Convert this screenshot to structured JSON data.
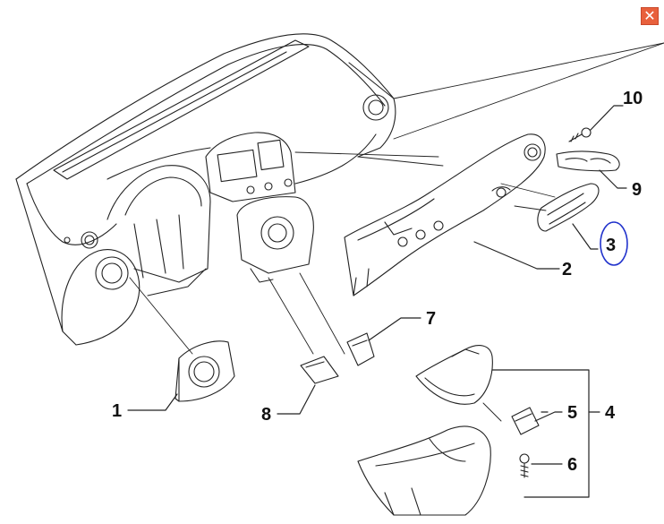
{
  "diagram": {
    "parts": [
      {
        "id": "1",
        "label": "1"
      },
      {
        "id": "2",
        "label": "2"
      },
      {
        "id": "3",
        "label": "3"
      },
      {
        "id": "4",
        "label": "4"
      },
      {
        "id": "5",
        "label": "5"
      },
      {
        "id": "6",
        "label": "6"
      },
      {
        "id": "7",
        "label": "7"
      },
      {
        "id": "8",
        "label": "8"
      },
      {
        "id": "9",
        "label": "9"
      },
      {
        "id": "10",
        "label": "10"
      }
    ],
    "highlight_color": "#2233cc",
    "line_color": "#222222"
  },
  "window": {
    "close_icon": "close-icon",
    "close_color": "#e8603c"
  }
}
